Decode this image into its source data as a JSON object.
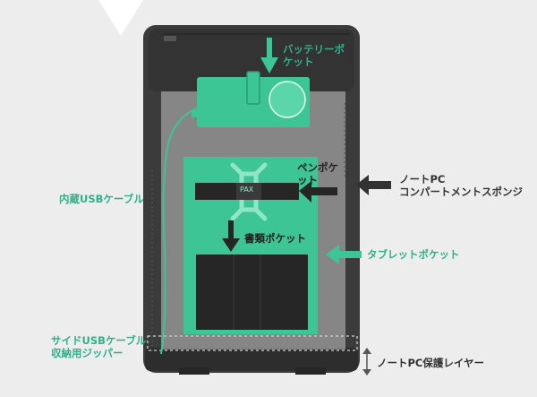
{
  "colors": {
    "background": "#ededed",
    "bag": "#3b3b3b",
    "bag_dark": "#2d2d2d",
    "compartment": "#bdbdbd",
    "accent": "#3dc596",
    "accent_text": "#2fb08a",
    "label_dark": "#333333"
  },
  "icons": [
    "arrow-down-icon",
    "arrow-left-icon",
    "double-arrow-vertical-icon",
    "pax-logo"
  ],
  "labels": {
    "battery_pocket": [
      "バッテリーポ",
      "ケット"
    ],
    "pen_pocket": [
      "ペンポケ",
      "ット"
    ],
    "laptop_compartment": [
      "ノートPC",
      "コンパートメントスポンジ"
    ],
    "internal_usb_cable": "内蔵USBケーブル",
    "document_pocket": "書類ポケット",
    "tablet_pocket": "タブレットポケット",
    "side_usb_zipper": [
      "サイドUSBケーブル",
      "収納用ジッパー"
    ],
    "laptop_protection_layer": "ノートPC保護レイヤー",
    "logo_text": "PAX"
  }
}
